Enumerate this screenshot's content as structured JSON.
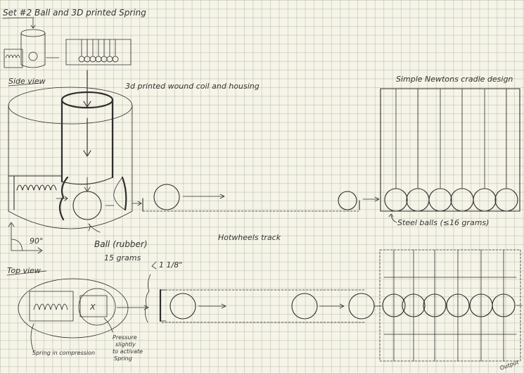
{
  "labels": {
    "set_title": "Set #2 Ball and 3D printed Spring",
    "side_view": "Side view",
    "coil_housing": "3d printed wound coil and housing",
    "newtons_cradle": "Simple Newtons cradle design",
    "steel_balls": "Steel balls (≤16 grams)",
    "hotwheels_track": "Hotwheels track",
    "ball_rubber": "Ball (rubber)",
    "ball_weight": "15 grams",
    "angle": "90°",
    "top_view": "Top view",
    "dimension": "1 1/8\"",
    "spring_compression": "Spring in compression",
    "pressure_note_1": "Pressure",
    "pressure_note_2": "slightly",
    "pressure_note_3": "to activate",
    "pressure_note_4": "Spring",
    "output": "Output",
    "switch_mark": "X"
  },
  "colors": {
    "ink": "#2e2e2e",
    "paper": "#f6f4e8",
    "grid": "#9aa88f"
  }
}
